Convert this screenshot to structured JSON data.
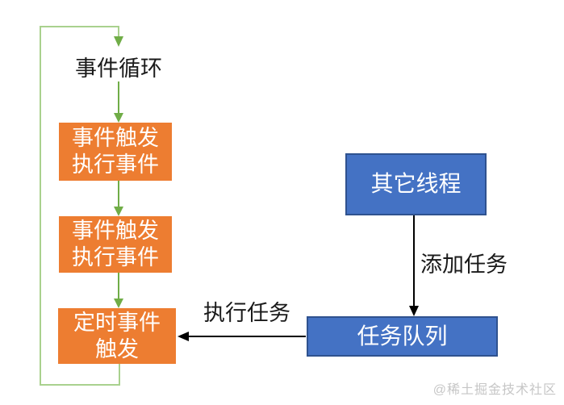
{
  "diagram": {
    "title": "事件循环",
    "loop_boxes": [
      {
        "line1": "事件触发",
        "line2": "执行事件"
      },
      {
        "line1": "事件触发",
        "line2": "执行事件"
      },
      {
        "line1": "定时事件",
        "line2": "触发"
      }
    ],
    "thread_box_label": "其它线程",
    "queue_box_label": "任务队列",
    "edge_labels": {
      "add_task": "添加任务",
      "run_task": "执行任务"
    },
    "colors": {
      "orange_fill": "#ED7D31",
      "blue_fill": "#4472C4",
      "blue_border": "#2F528F",
      "green_loop_line": "#A9D18E",
      "green_arrow": "#70AD47",
      "black_arrow": "#000000",
      "watermark_gray": "#C6C6C6"
    }
  },
  "watermark": "@稀土掘金技术社区"
}
